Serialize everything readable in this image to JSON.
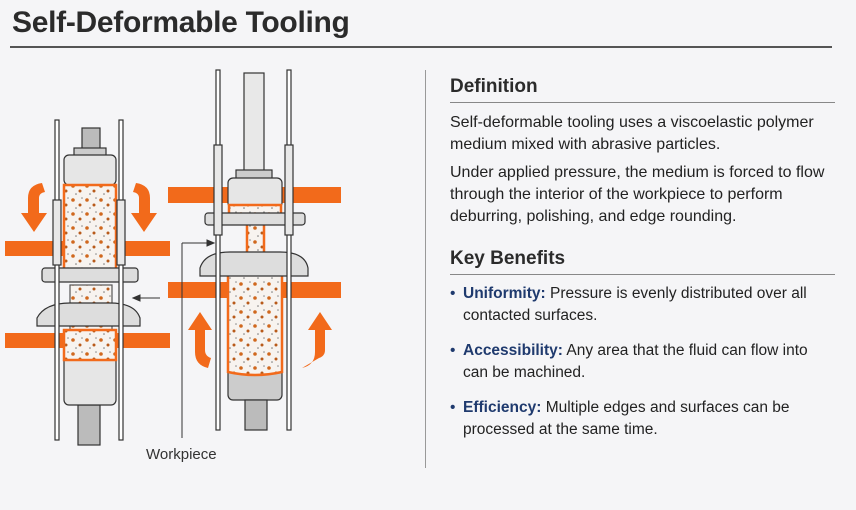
{
  "title": "Self-Deformable Tooling",
  "diagram": {
    "workpiece_label": "Workpiece",
    "accent_color": "#f26a1b"
  },
  "definition": {
    "heading": "Definition",
    "paragraphs": [
      "Self-deformable tooling uses a viscoelastic polymer medium mixed with abrasive particles.",
      "Under applied pressure, the medium is forced to flow through the interior of the workpiece to perform deburring, polishing, and edge rounding."
    ]
  },
  "benefits": {
    "heading": "Key Benefits",
    "items": [
      {
        "label": "Uniformity:",
        "text": "Pressure is evenly distributed over all contacted surfaces."
      },
      {
        "label": "Accessibility:",
        "text": "Any area that the fluid can flow into can be machined."
      },
      {
        "label": "Efficiency:",
        "text": "Multiple edges and surfaces can be processed at the same time."
      }
    ]
  }
}
